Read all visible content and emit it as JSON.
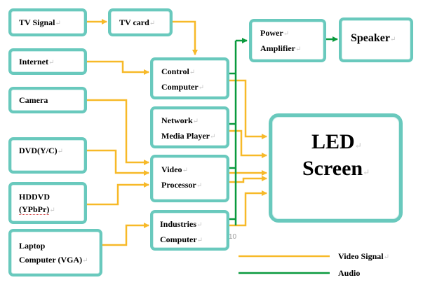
{
  "nodes": {
    "tv_signal": "TV Signal",
    "tv_card": "TV card",
    "internet": "Internet",
    "camera": "Camera",
    "dvd": "DVD(Y/C)",
    "hddvd_line1": "HDDVD",
    "hddvd_line2": "(YPbPr)",
    "laptop_line1": "Laptop",
    "laptop_line2": "Computer (VGA)",
    "control_line1": "Control",
    "control_line2": "Computer",
    "network_line1": "Network",
    "network_line2": "Media Player",
    "video_line1": "Video",
    "video_line2": "Processor",
    "industries_line1": "Industries",
    "industries_line2": "Computer",
    "power_line1": "Power",
    "power_line2": "Amplifier",
    "speaker": "Speaker",
    "led_line1": "LED",
    "led_line2": "Screen"
  },
  "paragraph_mark": "↵",
  "page_number": "10",
  "legend": {
    "video_signal": "Video Signal",
    "audio": "Audio"
  },
  "colors": {
    "video_signal": "#f7b928",
    "audio": "#0a9a3e",
    "box_border": "#69c9bd"
  }
}
